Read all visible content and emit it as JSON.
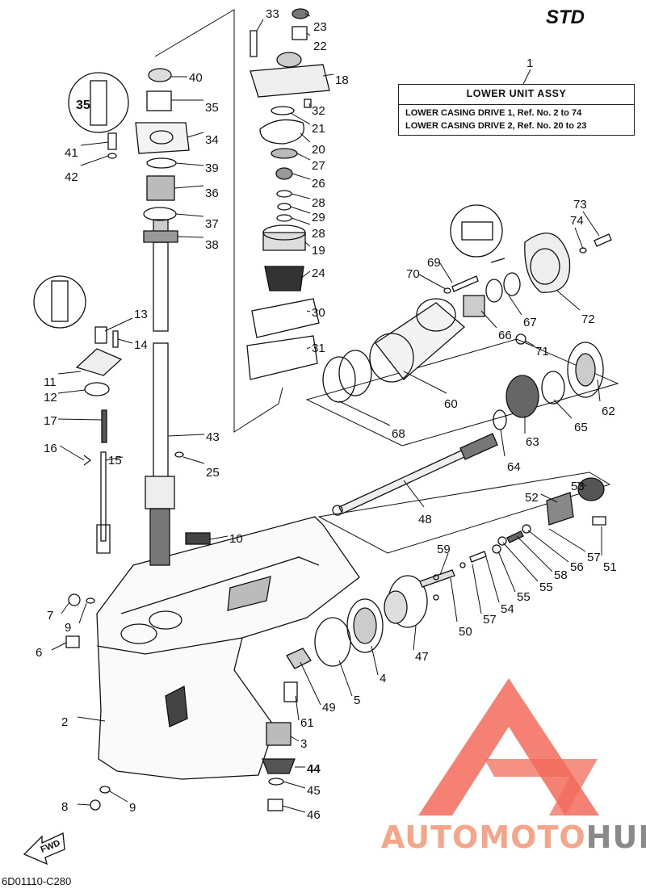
{
  "header": {
    "variant": "STD"
  },
  "assembly": {
    "ref": "1",
    "title": "LOWER UNIT ASSY",
    "line1": "LOWER CASING DRIVE 1, Ref. No. 2 to 74",
    "line2": "LOWER CASING DRIVE 2, Ref. No. 20 to 23"
  },
  "footer": {
    "code": "6D01110-C280"
  },
  "watermark": {
    "text_a": "AUTOMOTO",
    "text_b": "HUB",
    "color_a": "#f4a58a",
    "color_b": "#8a8a8a",
    "logo_color": "#f26b5b"
  },
  "labels": [
    "33",
    "23",
    "22",
    "18",
    "32",
    "21",
    "20",
    "27",
    "26",
    "28",
    "29",
    "28",
    "19",
    "24",
    "30",
    "31",
    "40",
    "35",
    "34",
    "39",
    "36",
    "37",
    "38",
    "41",
    "42",
    "13",
    "14",
    "11",
    "12",
    "17",
    "16",
    "15",
    "43",
    "25",
    "10",
    "7",
    "9",
    "6",
    "2",
    "8",
    "9",
    "3",
    "44",
    "45",
    "46",
    "61",
    "49",
    "5",
    "4",
    "47",
    "59",
    "50",
    "57",
    "54",
    "55",
    "55",
    "58",
    "56",
    "51",
    "57",
    "52",
    "53",
    "48",
    "64",
    "63",
    "65",
    "62",
    "60",
    "68",
    "66",
    "67",
    "72",
    "69",
    "70",
    "71",
    "73",
    "74"
  ]
}
